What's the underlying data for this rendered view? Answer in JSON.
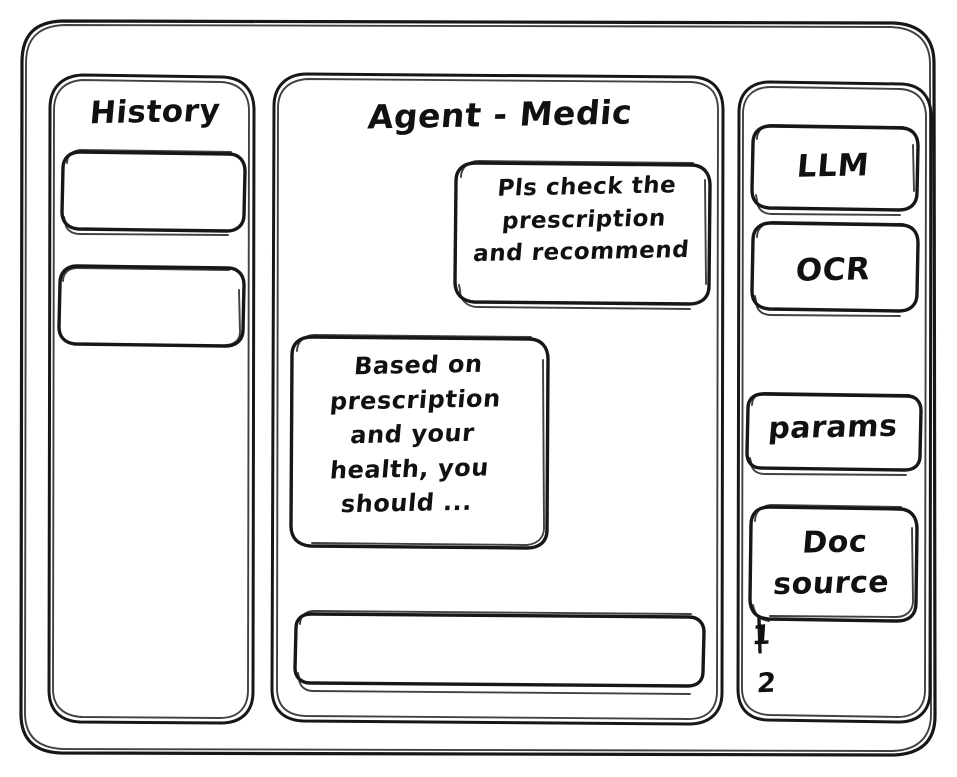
{
  "meta": {
    "style": "hand-drawn wireframe sketch",
    "background_color": "#ffffff",
    "stroke_color": "#17171a"
  },
  "history_panel": {
    "title": "History",
    "items": [
      {
        "label": "",
        "name": "history-item-1"
      },
      {
        "label": "",
        "name": "history-item-2"
      }
    ]
  },
  "agent_panel": {
    "title": "Agent - Medic",
    "messages": [
      {
        "role": "user",
        "text": "Pls check the\nprescription\nand recommend"
      },
      {
        "role": "agent",
        "text": "Based on\nprescription\nand your\nhealth, you\nshould ..."
      }
    ],
    "composer": {
      "value": "",
      "placeholder": ""
    }
  },
  "tools_panel": {
    "buttons": [
      {
        "label": "LLM",
        "name": "tool-button-llm"
      },
      {
        "label": "OCR",
        "name": "tool-button-ocr"
      },
      {
        "label": "params",
        "name": "tool-button-params"
      },
      {
        "label": "Doc\nsource",
        "name": "tool-button-doc-source"
      }
    ],
    "doc_source_list": [
      {
        "label": "1"
      },
      {
        "label": "2"
      }
    ]
  }
}
